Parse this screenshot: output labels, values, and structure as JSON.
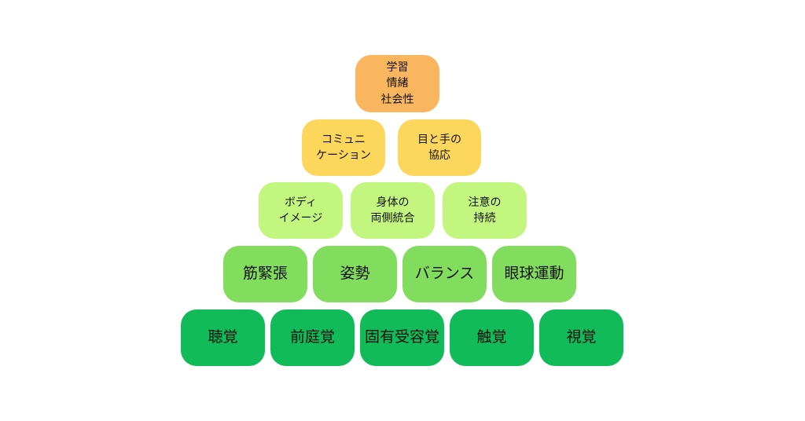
{
  "colors": {
    "top": "#f9b65e",
    "row4": "#fdd65c",
    "row3": "#c3f67f",
    "row2": "#82dc5d",
    "row1": "#12bb59"
  },
  "pyramid": {
    "top": {
      "lines": [
        "学習",
        "情緒",
        "社会性"
      ]
    },
    "row4": [
      {
        "lines": [
          "コミュニ",
          "ケーション"
        ]
      },
      {
        "lines": [
          "目と手の",
          "協応"
        ]
      }
    ],
    "row3": [
      {
        "lines": [
          "ボディ",
          "イメージ"
        ]
      },
      {
        "lines": [
          "身体の",
          "両側統合"
        ]
      },
      {
        "lines": [
          "注意の",
          "持続"
        ]
      }
    ],
    "row2": [
      {
        "label": "筋緊張"
      },
      {
        "label": "姿勢"
      },
      {
        "label": "バランス"
      },
      {
        "label": "眼球運動"
      }
    ],
    "row1": [
      {
        "label": "聴覚"
      },
      {
        "label": "前庭覚"
      },
      {
        "label": "固有受容覚"
      },
      {
        "label": "触覚"
      },
      {
        "label": "視覚"
      }
    ]
  }
}
